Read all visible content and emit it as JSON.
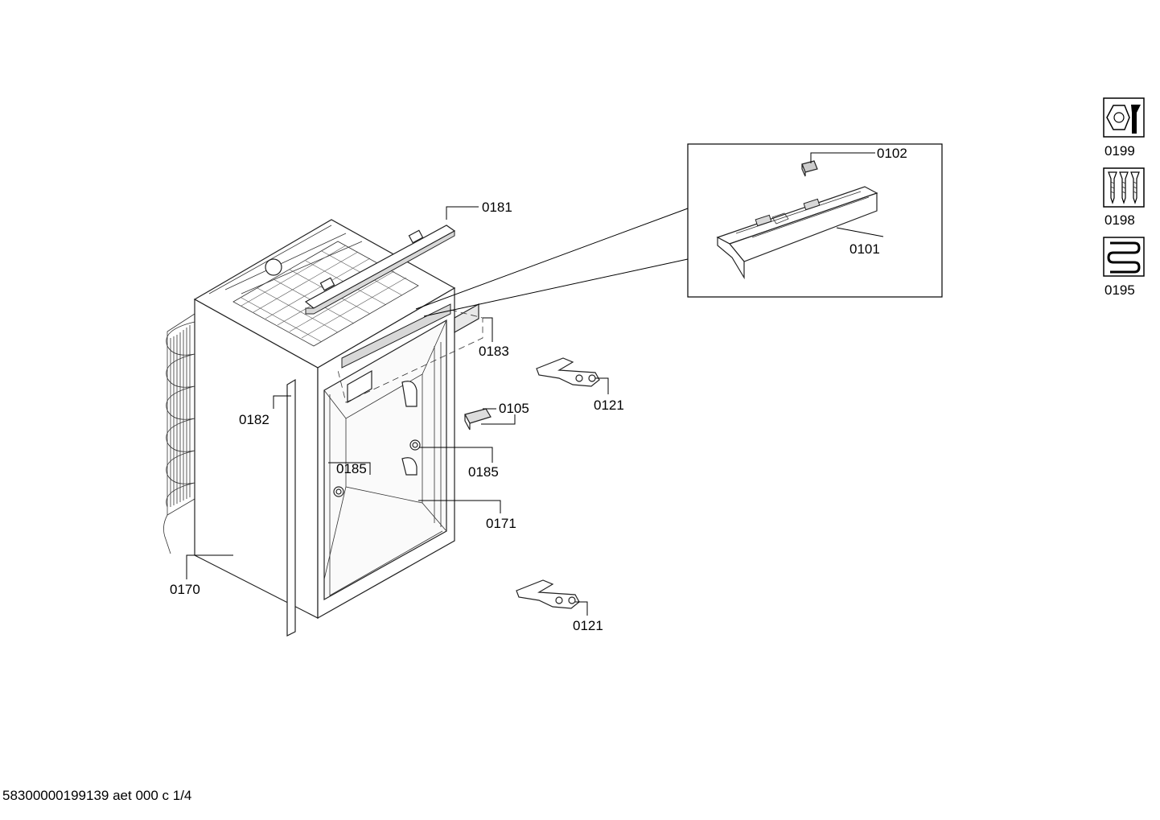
{
  "footer_text": "58300000199139 aet 000 c 1/4",
  "legend": [
    {
      "number": "0199",
      "icon": "nut-wrench-icon"
    },
    {
      "number": "0198",
      "icon": "screws-icon"
    },
    {
      "number": "0195",
      "icon": "heater-coil-icon"
    }
  ],
  "callouts": {
    "c0102": "0102",
    "c0101": "0101",
    "c0181": "0181",
    "c0183": "0183",
    "c0121a": "0121",
    "c0105": "0105",
    "c0182": "0182",
    "c0185a": "0185",
    "c0185b": "0185",
    "c0171": "0171",
    "c0170": "0170",
    "c0121b": "0121"
  }
}
